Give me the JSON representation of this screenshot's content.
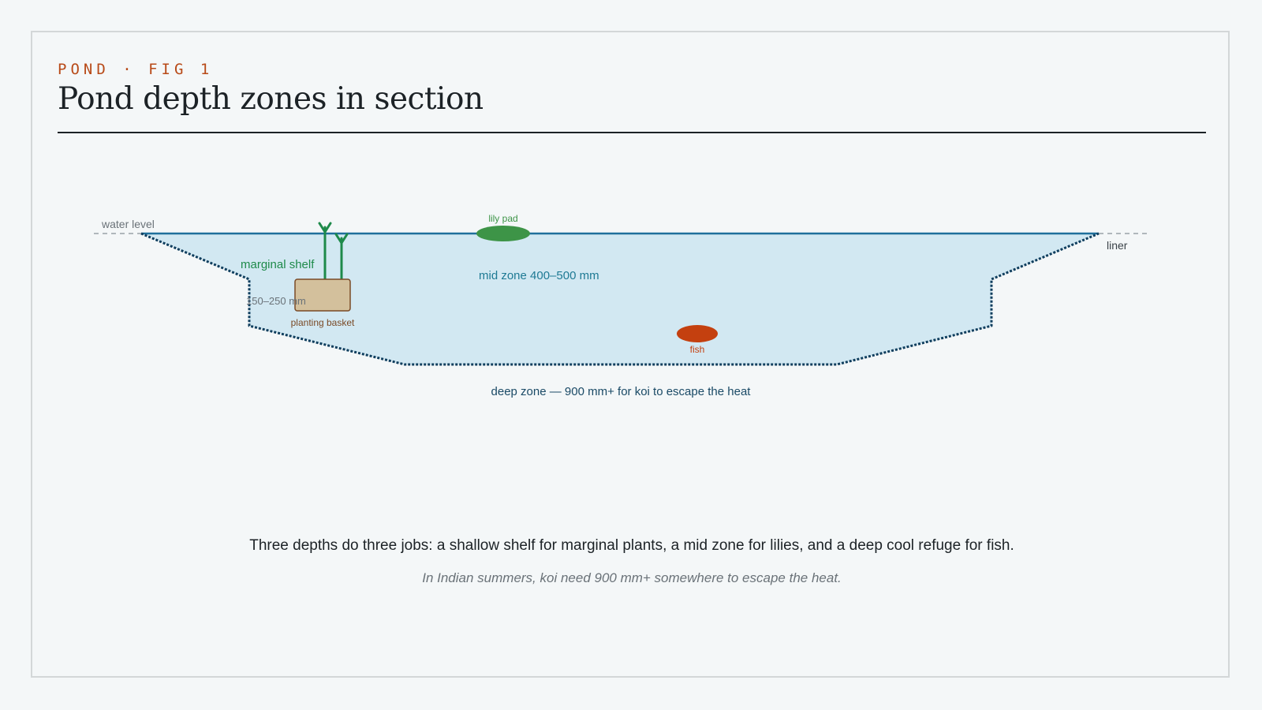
{
  "header": {
    "eyebrow": "POND · FIG 1",
    "title": "Pond depth zones in section"
  },
  "diagram": {
    "labels": {
      "water_level": "water level",
      "liner": "liner",
      "lily_pad": "lily pad",
      "marginal_shelf": "marginal shelf",
      "shelf_depth": "150–250 mm",
      "planting_basket": "planting basket",
      "mid_zone": "mid zone 400–500 mm",
      "fish": "fish",
      "deep_zone": "deep zone — 900 mm+ for koi to escape the heat"
    },
    "colors": {
      "water": "#d2e8f2",
      "water_line": "#1f6f9b",
      "liner": "#0f3e5e",
      "shelf_label": "#1e8a4a",
      "mid_label": "#1e7a94",
      "deep_label": "#1a4a66",
      "lily_pad": "#3d9447",
      "plant_stem": "#1e8a4a",
      "basket_fill": "#d3c09c",
      "basket_stroke": "#7a4a26",
      "fish": "#c4400f",
      "accent": "#b84a18"
    }
  },
  "caption": {
    "main": "Three depths do three jobs: a shallow shelf for marginal plants, a mid zone for lilies, and a deep cool refuge for fish.",
    "note": "In Indian summers, koi need 900 mm+ somewhere to escape the heat."
  }
}
